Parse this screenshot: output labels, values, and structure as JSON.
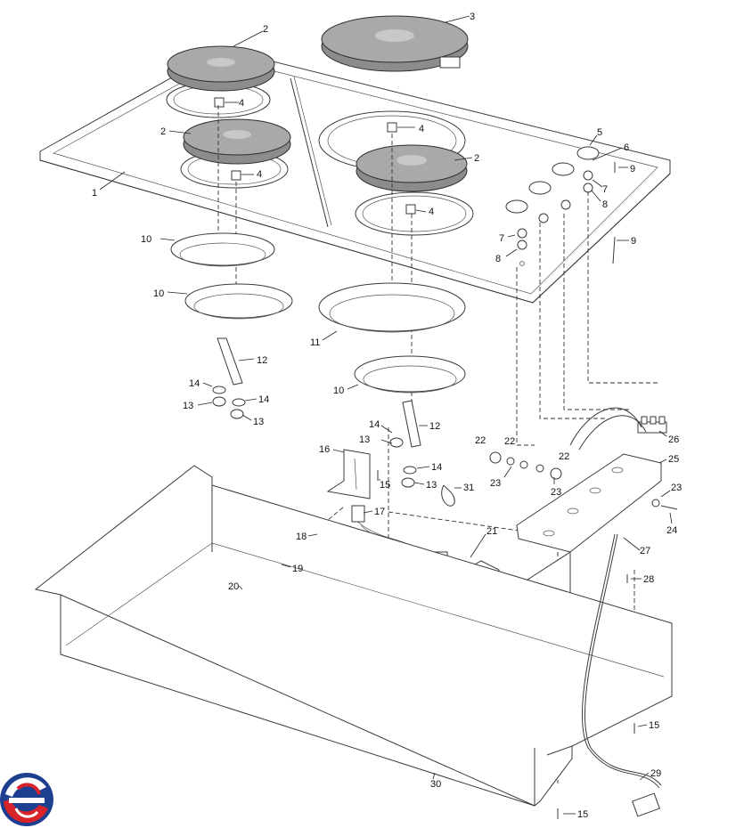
{
  "callouts": [
    {
      "id": "c2a",
      "label": "2"
    },
    {
      "id": "c3",
      "label": "3"
    },
    {
      "id": "c4a",
      "label": "4"
    },
    {
      "id": "c2b",
      "label": "2"
    },
    {
      "id": "c4b",
      "label": "4"
    },
    {
      "id": "c4c",
      "label": "4"
    },
    {
      "id": "c2c",
      "label": "2"
    },
    {
      "id": "c4d",
      "label": "4"
    },
    {
      "id": "c1",
      "label": "1"
    },
    {
      "id": "c5",
      "label": "5"
    },
    {
      "id": "c6",
      "label": "6"
    },
    {
      "id": "c9a",
      "label": "9"
    },
    {
      "id": "c7a",
      "label": "7"
    },
    {
      "id": "c8a",
      "label": "8"
    },
    {
      "id": "c7b",
      "label": "7"
    },
    {
      "id": "c8b",
      "label": "8"
    },
    {
      "id": "c9b",
      "label": "9"
    },
    {
      "id": "c10a",
      "label": "10"
    },
    {
      "id": "c10b",
      "label": "10"
    },
    {
      "id": "c11",
      "label": "11"
    },
    {
      "id": "c10c",
      "label": "10"
    },
    {
      "id": "c12a",
      "label": "12"
    },
    {
      "id": "c14a",
      "label": "14"
    },
    {
      "id": "c14b",
      "label": "14"
    },
    {
      "id": "c13a",
      "label": "13"
    },
    {
      "id": "c13b",
      "label": "13"
    },
    {
      "id": "c14c",
      "label": "14"
    },
    {
      "id": "c12b",
      "label": "12"
    },
    {
      "id": "c13c",
      "label": "13"
    },
    {
      "id": "c14d",
      "label": "14"
    },
    {
      "id": "c13d",
      "label": "13"
    },
    {
      "id": "c16",
      "label": "16"
    },
    {
      "id": "c15a",
      "label": "15"
    },
    {
      "id": "c31",
      "label": "31"
    },
    {
      "id": "c22a",
      "label": "22"
    },
    {
      "id": "c22b",
      "label": "22"
    },
    {
      "id": "c22c",
      "label": "22"
    },
    {
      "id": "c23a",
      "label": "23"
    },
    {
      "id": "c23b",
      "label": "23"
    },
    {
      "id": "c26",
      "label": "26"
    },
    {
      "id": "c25",
      "label": "25"
    },
    {
      "id": "c23c",
      "label": "23"
    },
    {
      "id": "c24",
      "label": "24"
    },
    {
      "id": "c17",
      "label": "17"
    },
    {
      "id": "c18",
      "label": "18"
    },
    {
      "id": "c19",
      "label": "19"
    },
    {
      "id": "c20",
      "label": "20"
    },
    {
      "id": "c21",
      "label": "21"
    },
    {
      "id": "c27",
      "label": "27"
    },
    {
      "id": "c28",
      "label": "28"
    },
    {
      "id": "c15b",
      "label": "15"
    },
    {
      "id": "c29",
      "label": "29"
    },
    {
      "id": "c30",
      "label": "30"
    },
    {
      "id": "c15c",
      "label": "15"
    }
  ],
  "logo": {
    "name": "brand-logo",
    "colors": {
      "red": "#d8232a",
      "blue": "#1e3f8f"
    }
  }
}
